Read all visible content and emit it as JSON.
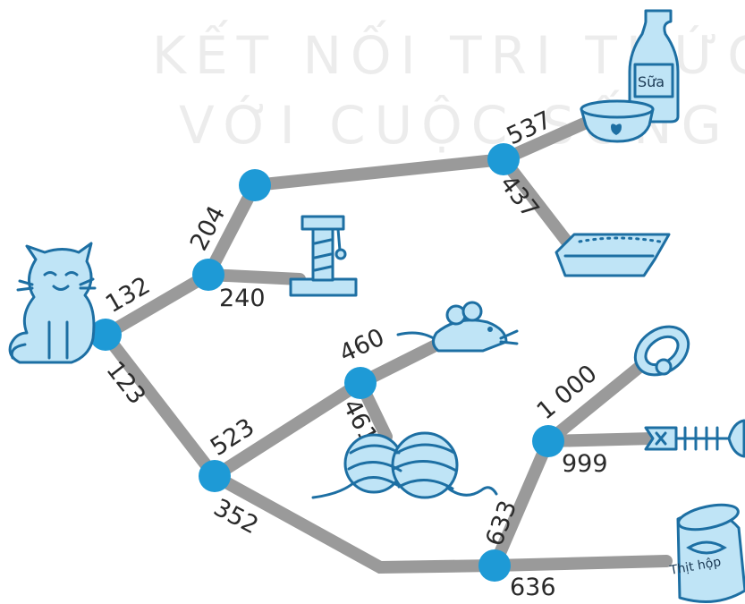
{
  "watermark": {
    "line1": "KẾT NỐI TRI THỨC",
    "line2": "VỚI CUỘC SỐNG"
  },
  "colors": {
    "node": "#1e9ad6",
    "edge": "#9a9a9a",
    "icon_fill": "#bfe4f6",
    "icon_stroke": "#1d6fa3"
  },
  "edges": {
    "cat_to_junction": "132",
    "junction_to_upper": "204",
    "junction_to_scratch_post": "240",
    "upper_to_milk_node": "537",
    "milk_node_to_litter_box": "437",
    "cat_to_lower": "123",
    "lower_to_mouse_node": "523",
    "mouse_node_to_mouse": "460",
    "mouse_node_to_yarn": "461",
    "lower_to_bottom": "352",
    "bottom_to_can_node": "633",
    "can_node_to_can": "636",
    "right_node_to_collar": "1 000",
    "right_node_to_fishbone": "999"
  },
  "items": {
    "milk_label": "Sữa",
    "can_label": "Thịt hộp",
    "icons": [
      "cat-icon",
      "scratching-post-icon",
      "milk-bottle-icon",
      "bowl-icon",
      "litter-box-icon",
      "toy-mouse-icon",
      "yarn-balls-icon",
      "collar-icon",
      "fish-bone-icon",
      "canned-meat-icon"
    ]
  }
}
